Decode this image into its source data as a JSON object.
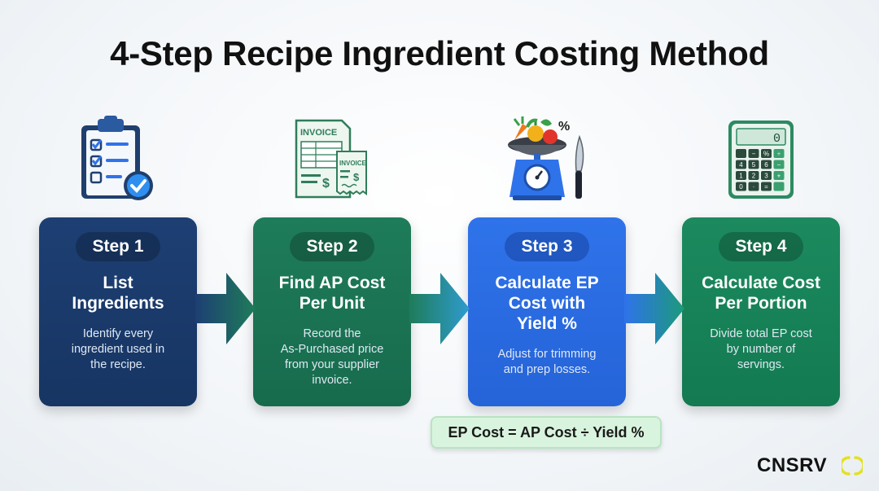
{
  "title": "4-Step Recipe Ingredient Costing Method",
  "steps": [
    {
      "badge": "Step 1",
      "heading_line1": "List",
      "heading_line2": "Ingredients",
      "heading_line3": "",
      "desc_line1": "Identify every",
      "desc_line2": "ingredient used in",
      "desc_line3": "the recipe.",
      "desc_line4": "",
      "icon": "clipboard-checklist-icon",
      "color": "#1d3f73"
    },
    {
      "badge": "Step 2",
      "heading_line1": "Find AP Cost",
      "heading_line2": "Per Unit",
      "heading_line3": "",
      "desc_line1": "Record the",
      "desc_line2": "As-Purchased price",
      "desc_line3": "from your supplier",
      "desc_line4": "invoice.",
      "icon": "invoice-icon",
      "color": "#1e7c5a"
    },
    {
      "badge": "Step 3",
      "heading_line1": "Calculate EP",
      "heading_line2": "Cost with",
      "heading_line3": "Yield %",
      "desc_line1": "Adjust for trimming",
      "desc_line2": "and prep losses.",
      "desc_line3": "",
      "desc_line4": "",
      "icon": "kitchen-scale-icon",
      "color": "#2f73ea"
    },
    {
      "badge": "Step 4",
      "heading_line1": "Calculate Cost",
      "heading_line2": "Per Portion",
      "heading_line3": "",
      "desc_line1": "Divide total EP cost",
      "desc_line2": "by number of",
      "desc_line3": "servings.",
      "desc_line4": "",
      "icon": "calculator-icon",
      "color": "#1c8a5e"
    }
  ],
  "icon_text": {
    "invoice_main": "INVOICE",
    "invoice_small": "INVOICE",
    "dollar": "$",
    "percent": "%",
    "calc_display": "0",
    "calc_keys": [
      "−",
      "%",
      "÷",
      "4",
      "5",
      "6",
      "−",
      "1",
      "2",
      "3",
      "+",
      "0",
      "·",
      "="
    ]
  },
  "formula": "EP Cost = AP Cost ÷ Yield %",
  "brand": "CNSRV"
}
